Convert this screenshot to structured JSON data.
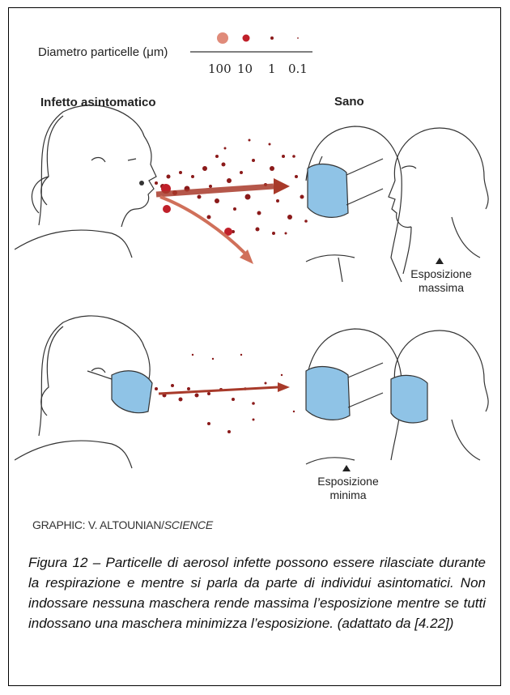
{
  "legend": {
    "title": "Diametro particelle (μm)",
    "sizes": [
      "100",
      "10",
      "1",
      "0.1"
    ]
  },
  "labels": {
    "infected": "Infetto asintomatico",
    "healthy": "Sano",
    "max_exposure_line1": "Esposizione",
    "max_exposure_line2": "massima",
    "min_exposure_line1": "Esposizione",
    "min_exposure_line2": "minima"
  },
  "credit": {
    "prefix": "GRAPHIC: V. ALTOUNIAN/",
    "source": "SCIENCE"
  },
  "caption": "Figura 12 – Particelle di aerosol infette possono essere rilasciate durante la respirazione e mentre si parla da parte di individui asintomatici. Non indossare nessuna maschera rende massima l’esposizione mentre se tutti indossano una maschera minimizza l’esposizione. (adattato da [4.22])",
  "colors": {
    "particle": "#8b1a1a",
    "particle_large": "#e08b7a",
    "arrow": "#b04030",
    "mask": "#8fc3e6",
    "line": "#333333"
  }
}
